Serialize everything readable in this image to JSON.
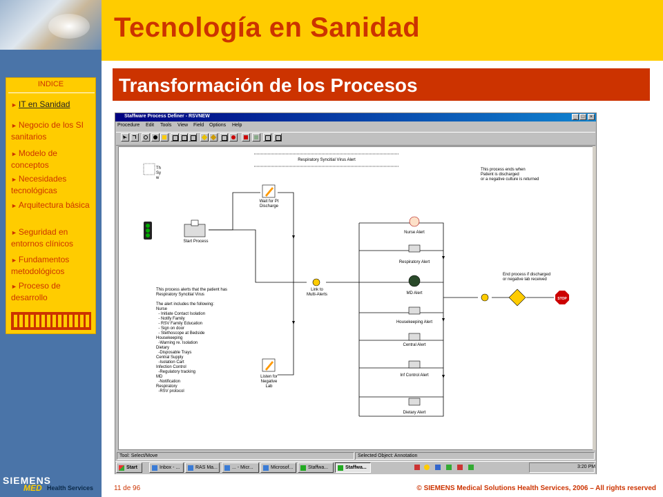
{
  "slide": {
    "title": "Tecnología en Sanidad",
    "subtitle": "Transformación de los Procesos",
    "page_number": "11 de 96",
    "copyright": "© SIEMENS Medical Solutions Health Services, 2006 – All rights reserved",
    "colors": {
      "accent_red": "#cc3300",
      "yellow": "#ffcc00",
      "sidebar_blue": "#4a74a8"
    }
  },
  "logo": {
    "siemens": "SIEMENS",
    "med": "MED",
    "health_services": "Health Services"
  },
  "index": {
    "title": "INDICE",
    "items": [
      {
        "label": "IT en Sanidad",
        "active": true
      },
      {
        "label": "Negocio de los SI sanitarios"
      },
      {
        "label": "Modelo de conceptos"
      },
      {
        "label": "Necesidades tecnológicas"
      },
      {
        "label": "Arquitectura básica"
      },
      {
        "label": "Seguridad en entornos clínicos"
      },
      {
        "label": "Fundamentos metodológicos"
      },
      {
        "label": "Proceso de desarrollo"
      }
    ]
  },
  "window": {
    "title": "Staffware Process Definer - RSVNEW",
    "menu": [
      "Procedure",
      "Edit",
      "Tools",
      "View",
      "Field",
      "Options",
      "Help"
    ],
    "status_left": "Tool: Select/Move",
    "status_right": "Selected Object: Annotation",
    "taskbar": {
      "start": "Start",
      "tasks": [
        "Inbox - ...",
        "RAS Ma...",
        "... - Micr...",
        "Microsof...",
        "Staffwa...",
        "Staffwa..."
      ],
      "clock": "3:20 PM"
    }
  },
  "diagram": {
    "top_banner": "Respiratory Syncitial Virus Alert",
    "top_right_note": [
      "This process ends when",
      "Patient is discharged",
      "or a negative culture is returned"
    ],
    "top_left_fragment": [
      "Th",
      "Sy",
      "w"
    ],
    "nodes": {
      "wait": [
        "Wait for Pt",
        "Discharge"
      ],
      "start": "Start Process",
      "link": [
        "Link to",
        "Multi-Alerts"
      ],
      "listen": [
        "Listen for",
        "Negative",
        "Lab"
      ],
      "nurse": "Nurse Alert",
      "resp": "Respiratory Alert",
      "md": "MD Alert",
      "house": "Housekeeping Alert",
      "central": "Central Alert",
      "infc": "Inf Control Alert",
      "dietary": "Dietary Alert",
      "end_note": [
        "End process if discharged",
        "or negative lab received"
      ]
    },
    "left_note": [
      "This process alerts that the patient has",
      "Respiratory Syncitial Virus",
      "",
      "The alert includes the following:",
      "Nurse",
      "  - Initiate Contact Isolation",
      "  - Notify Family",
      "  - RSV Family Education",
      "  - Sign on door",
      "  - Stethoscope at Bedside",
      "Housekeeping",
      "  -Warning re. Isolation",
      "Dietary",
      "  -Disposable Trays",
      "Central Supply",
      "  -Isolation Cart",
      "Infection Control",
      "  -Regulatory tracking",
      "MD",
      "  -Notification",
      "Respiratory",
      "  -RSV protocol"
    ]
  }
}
